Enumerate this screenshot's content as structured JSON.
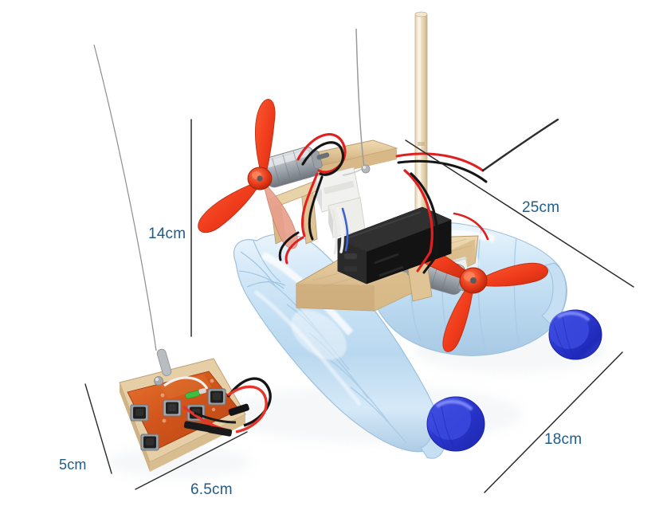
{
  "scene": {
    "title": "DIY Remote Control Wind-Powered Bottle Boat",
    "background_color": "#ffffff"
  },
  "dimensions": {
    "accent_color": "#1e5c8c",
    "line_color": "#2b2b2b",
    "items": [
      {
        "id": "height",
        "label": "14cm",
        "orientation": "vertical"
      },
      {
        "id": "boat-length",
        "label": "25cm",
        "orientation": "diagonal"
      },
      {
        "id": "boat-width",
        "label": "18cm",
        "orientation": "diagonal"
      },
      {
        "id": "controller-height",
        "label": "5cm",
        "orientation": "diagonal"
      },
      {
        "id": "controller-width",
        "label": "6.5cm",
        "orientation": "diagonal"
      }
    ]
  },
  "colors": {
    "propeller_red": "#ee3b1b",
    "propeller_red_dark": "#c32510",
    "bottle_blue": "#cfe4f5",
    "bottle_blue_deep": "#a9cbe8",
    "cap_blue": "#2533cf",
    "cap_blue_light": "#4a5ae8",
    "wood_tan": "#e3c79a",
    "wood_tan_dark": "#c9a871",
    "pcb_orange": "#d6551d",
    "battery_black": "#1a1a1a",
    "motor_silver": "#b9bcc0",
    "wire_red": "#e02020",
    "wire_black": "#151515",
    "wire_white": "#f2f2f2",
    "antenna_grey": "#8d8d8d",
    "led_green": "#3fbf3f"
  },
  "parts": {
    "left_propeller": {
      "name": "front red three-blade propeller",
      "blades": 3
    },
    "right_propeller": {
      "name": "rear red three-blade propeller",
      "blades": 3
    },
    "left_motor": {
      "name": "front DC motor"
    },
    "right_motor": {
      "name": "rear DC motor"
    },
    "battery_box": {
      "name": "black battery holder"
    },
    "mast": {
      "name": "vertical wooden dowel mast"
    },
    "deck": {
      "name": "wooden deck plate"
    },
    "bottle_left": {
      "name": "left plastic bottle pontoon"
    },
    "bottle_right": {
      "name": "right plastic bottle pontoon"
    },
    "receiver_antenna": {
      "name": "boat receiver antenna wire"
    },
    "controller": {
      "name": "handheld remote control board",
      "button_count": 5,
      "has_led": true,
      "antenna": "telescoping coil antenna"
    }
  }
}
